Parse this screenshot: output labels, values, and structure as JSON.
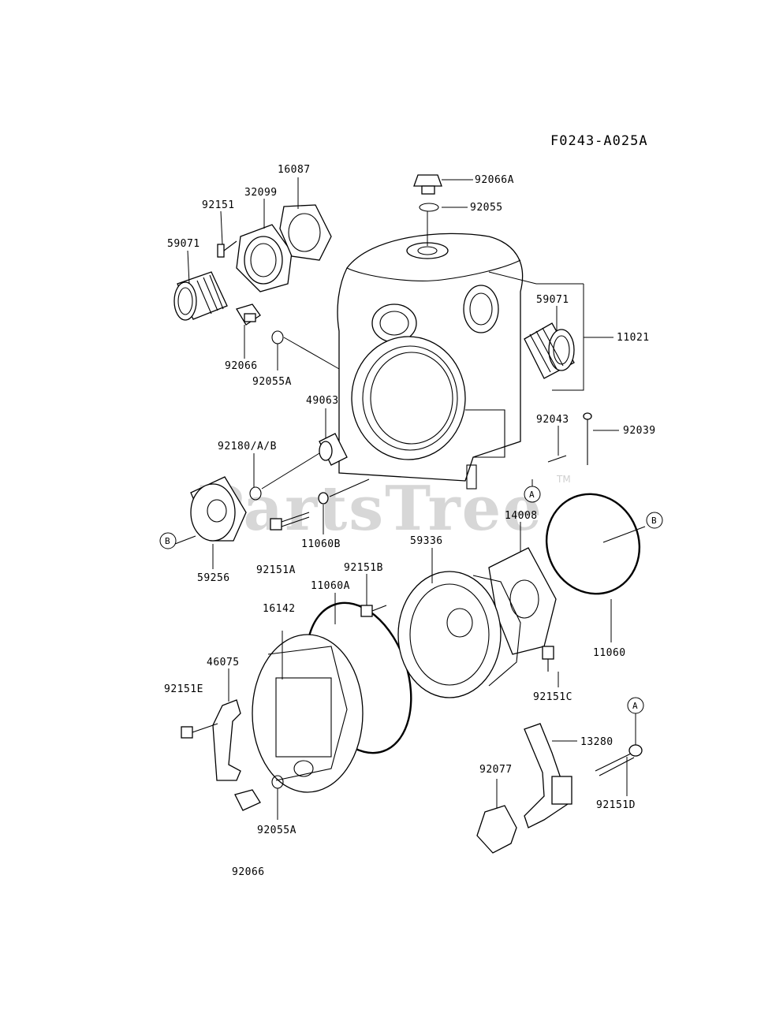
{
  "diagram_code": "F0243-A025A",
  "watermark": "PartsTree",
  "watermark_tm": "TM",
  "labels": {
    "p16087": "16087",
    "p32099": "32099",
    "p92151": "92151",
    "p59071_left": "59071",
    "p92066_top": "92066",
    "p92055A_top": "92055A",
    "p92066A": "92066A",
    "p92055": "92055",
    "p59071_right": "59071",
    "p11021": "11021",
    "p49063": "49063",
    "p92043": "92043",
    "p92039": "92039",
    "p92180": "92180/A/B",
    "p11060B": "11060B",
    "p59256": "59256",
    "p92151A": "92151A",
    "p92151B": "92151B",
    "p11060A": "11060A",
    "p59336": "59336",
    "p14008": "14008",
    "p11060": "11060",
    "p16142": "16142",
    "p46075": "46075",
    "p92151E": "92151E",
    "p92151C": "92151C",
    "p13280": "13280",
    "p92077": "92077",
    "p92151D": "92151D",
    "p92055A_bottom": "92055A",
    "p92066_bottom": "92066"
  },
  "callouts": {
    "a_mid": "A",
    "b_left": "B",
    "b_right": "B",
    "a_bottom": "A"
  }
}
